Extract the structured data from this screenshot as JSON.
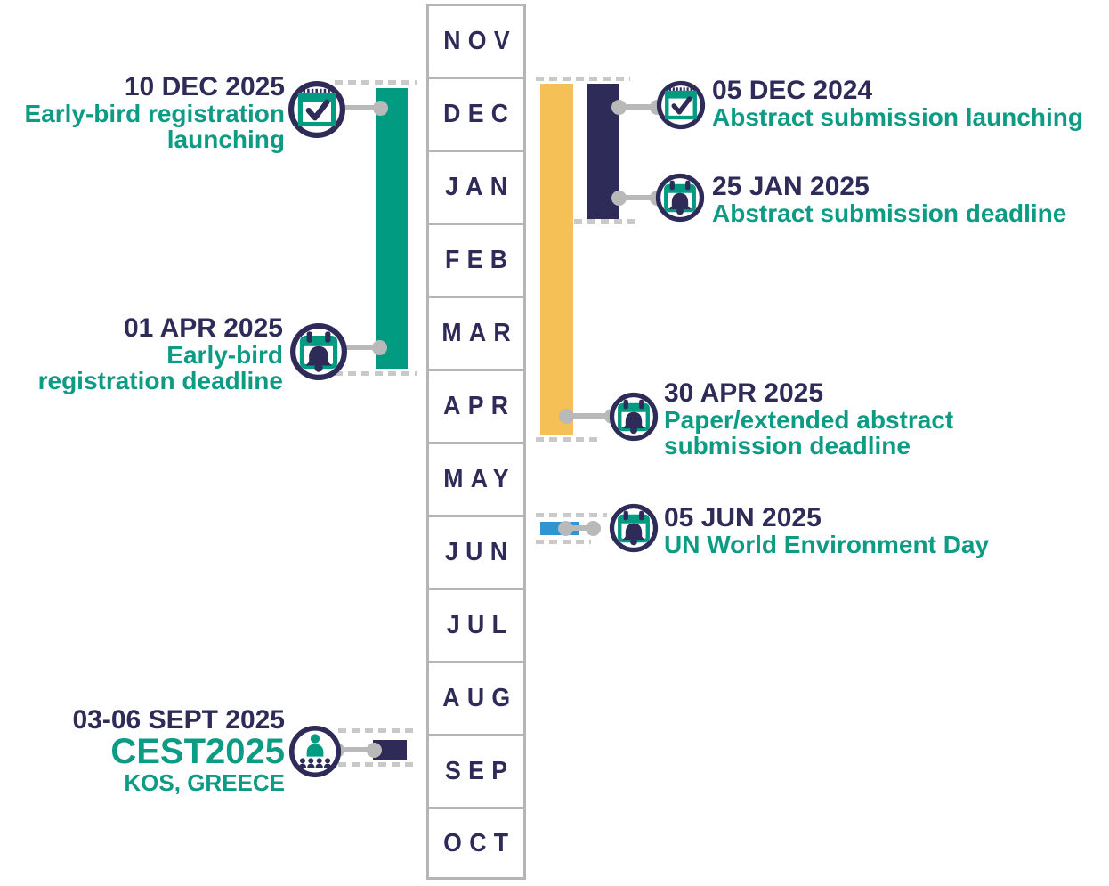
{
  "colors": {
    "navy": "#2e2b59",
    "teal": "#019b82",
    "teal_text": "#0d9b84",
    "yellow": "#f5c156",
    "blue": "#2e95d0",
    "gray_border": "#b5b5b5",
    "gray_connector": "#b9b9b9",
    "gray_dash": "#c9c9c9"
  },
  "months": [
    "NOV",
    "DEC",
    "JAN",
    "FEB",
    "MAR",
    "APR",
    "MAY",
    "JUN",
    "JUL",
    "AUG",
    "SEP",
    "OCT"
  ],
  "events": {
    "early_bird_launching": {
      "date": "10 DEC 2025",
      "line1": "Early-bird registration",
      "line2": "launching"
    },
    "early_bird_deadline": {
      "date": "01 APR 2025",
      "line1": "Early-bird",
      "line2": "registration deadline"
    },
    "abstract_launching": {
      "date": "05 DEC 2024",
      "line1": "Abstract submission launching"
    },
    "abstract_deadline": {
      "date": "25 JAN 2025",
      "line1": "Abstract submission deadline"
    },
    "paper_deadline": {
      "date": "30 APR 2025",
      "line1": "Paper/extended abstract",
      "line2": "submission deadline"
    },
    "environment_day": {
      "date": "05 JUN 2025",
      "line1": "UN World Environment Day"
    },
    "conference": {
      "date": "03-06 SEPT 2025",
      "name": "CEST2025",
      "location": "KOS, GREECE"
    }
  },
  "icons": {
    "calendar_check": "calendar-check-icon",
    "calendar_bell": "calendar-bell-icon",
    "speaker": "conference-speaker-icon"
  }
}
